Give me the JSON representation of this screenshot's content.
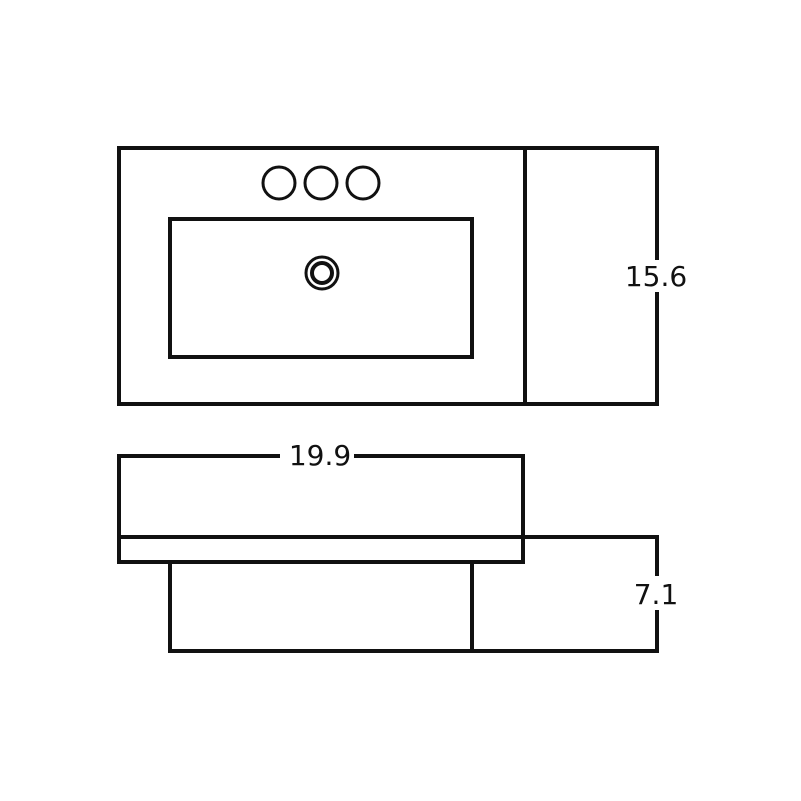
{
  "dimensions": {
    "depth": "15.6",
    "width": "19.9",
    "height": "7.1"
  },
  "colors": {
    "stroke": "#111111",
    "background": "#ffffff"
  }
}
